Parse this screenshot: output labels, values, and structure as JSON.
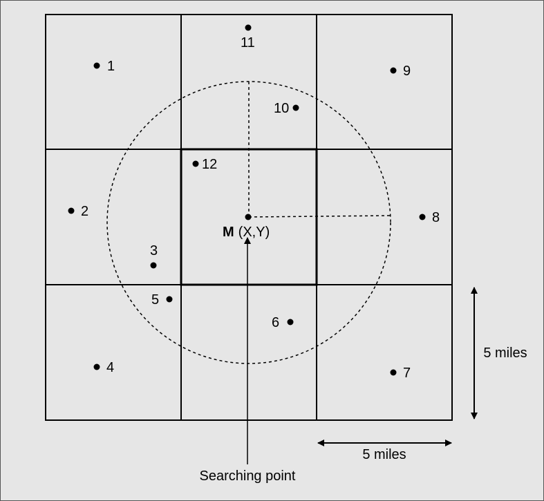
{
  "diagram": {
    "points": [
      {
        "id": "p1",
        "label": "1"
      },
      {
        "id": "p2",
        "label": "2"
      },
      {
        "id": "p3",
        "label": "3"
      },
      {
        "id": "p4",
        "label": "4"
      },
      {
        "id": "p5",
        "label": "5"
      },
      {
        "id": "p6",
        "label": "6"
      },
      {
        "id": "p7",
        "label": "7"
      },
      {
        "id": "p8",
        "label": "8"
      },
      {
        "id": "p9",
        "label": "9"
      },
      {
        "id": "p10",
        "label": "10"
      },
      {
        "id": "p11",
        "label": "11"
      },
      {
        "id": "p12",
        "label": "12"
      }
    ],
    "center": {
      "letter": "M",
      "coords": "(X,Y)"
    },
    "search_label": "Searching point",
    "vertical_scale": "5 miles",
    "horizontal_scale": "5 miles"
  }
}
